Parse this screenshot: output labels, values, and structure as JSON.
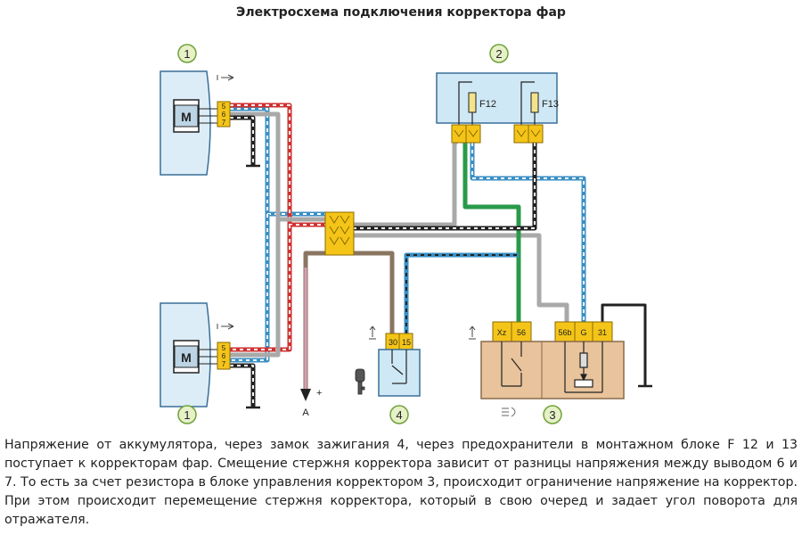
{
  "title": "Электросхема подключения корректора фар",
  "description": "Напряжение от аккумулятора, через замок зажигания 4, через предохранители в монтажном блоке F 12 и 13 поступает к корректорам фар. Смещение стержня корректора зависит от разницы напряжения между выводом 6 и 7. То есть за счет резистора в блоке управления корректором 3, происходит ограничение напряжение на корректор. При этом происходит перемещение стержня корректора, который в свою очеред и задает угол поворота для отражателя.",
  "diagram": {
    "components": [
      {
        "number": "1",
        "motor_label": "M",
        "pins": [
          "5",
          "6",
          "7"
        ]
      },
      {
        "number": "2",
        "fuses": [
          "F12",
          "F13"
        ]
      },
      {
        "number": "1",
        "motor_label": "M",
        "pins": [
          "5",
          "6",
          "7"
        ]
      },
      {
        "number": "4",
        "pins": [
          "30",
          "15"
        ]
      },
      {
        "number": "3",
        "pins": [
          "Xz",
          "56",
          "56b",
          "G",
          "31"
        ]
      }
    ],
    "battery_label": "A",
    "battery_sign": "+"
  },
  "colors": {
    "housing_fill": "#dcedf7",
    "fuse_block_fill": "#cfe8f5",
    "connector": "#f4c518",
    "controller_fill": "#e8c39b",
    "circle_fill": "#e6f1c8",
    "circle_stroke": "#6fa13a",
    "wire_blue": "#3a8fc4",
    "wire_green": "#2a9a4a",
    "wire_red": "#cf3030",
    "wire_gray": "#a9a9a9",
    "wire_brown": "#8a7560",
    "wire_pink": "#d8a0b4"
  }
}
